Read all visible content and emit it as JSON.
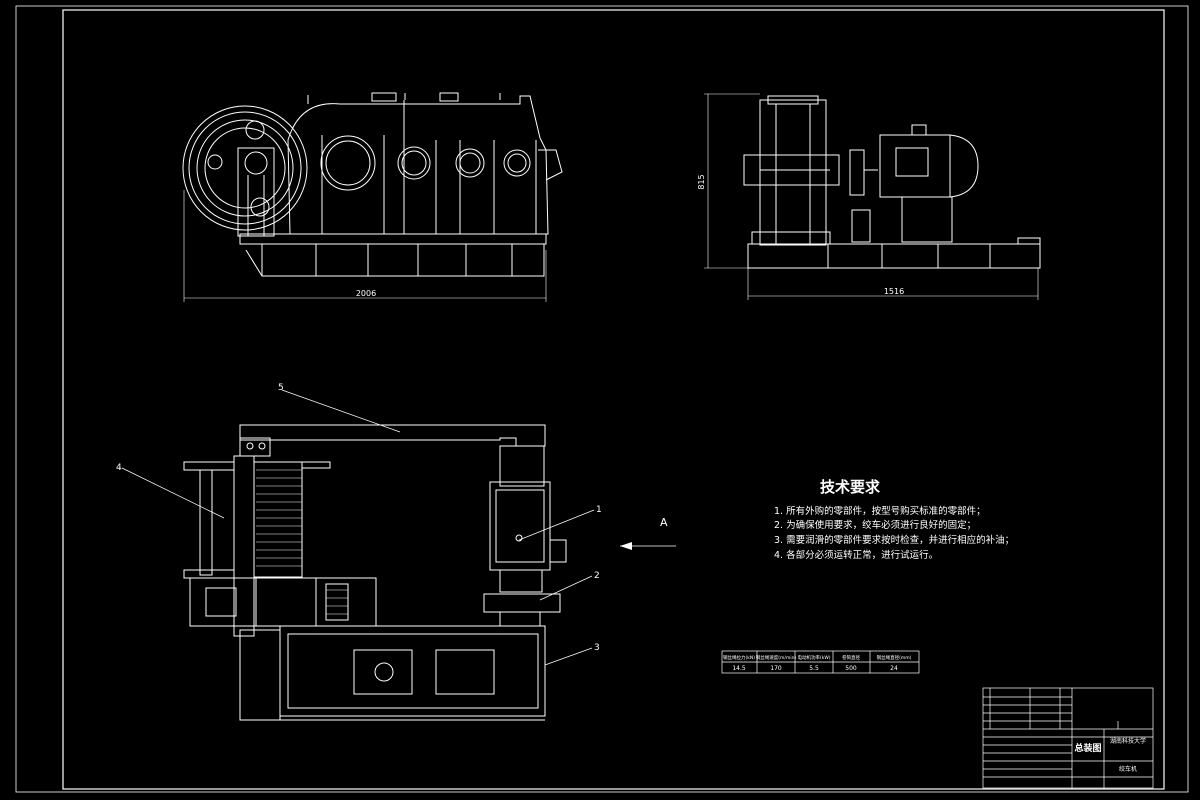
{
  "drawing": {
    "background": "#000000",
    "line_color": "#ffffff"
  },
  "dimensions": {
    "front_width": "2006",
    "side_width": "1516",
    "side_height": "815"
  },
  "part_labels": [
    "1",
    "2",
    "3",
    "4",
    "5"
  ],
  "view_label": "A",
  "tech_requirements": {
    "title": "技术要求",
    "items": [
      "1. 所有外购的零部件，按型号购买标准的零部件；",
      "2. 为确保使用要求，绞车必须进行良好的固定；",
      "3. 需要润滑的零部件要求按时检查，并进行相应的补油；",
      "4. 各部分必须运转正常，进行试运行。"
    ]
  },
  "spec_table": {
    "headers": [
      "钢丝绳拉力(kN)",
      "钢丝绳速度(m/min)",
      "电动机功率(kW)",
      "卷筒直径",
      "钢丝绳直径(mm)"
    ],
    "values": [
      "14.5",
      "170",
      "5.5",
      "500",
      "24"
    ]
  },
  "title_block": {
    "drawing_name": "总装图",
    "product_name": "绞车机",
    "school": "湖南科技大学"
  }
}
